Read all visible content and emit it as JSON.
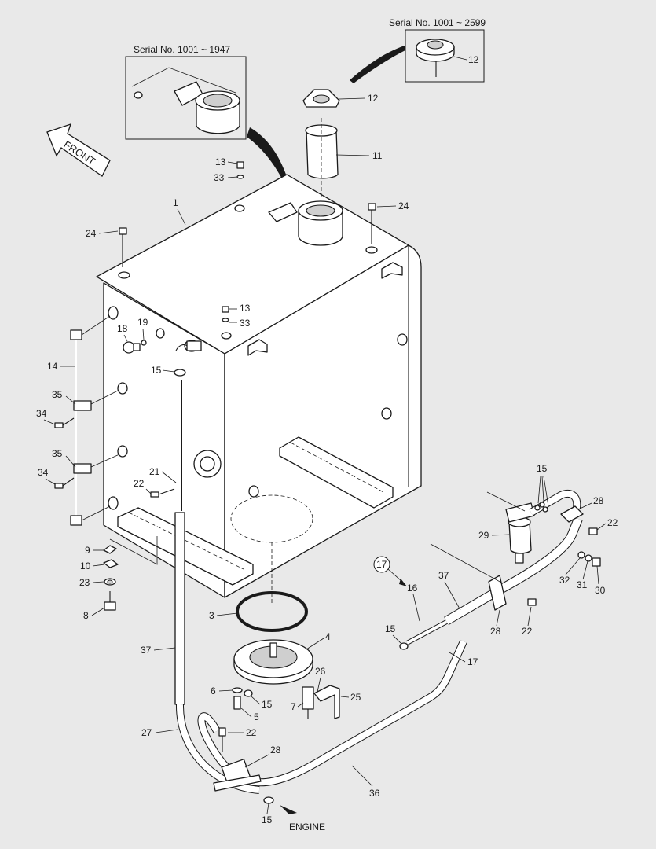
{
  "insets": [
    {
      "id": "inset-left",
      "label": "Serial No. 1001 ~ 1947"
    },
    {
      "id": "inset-right",
      "label": "Serial No. 1001 ~ 2599",
      "part": "12"
    }
  ],
  "direction_label": "FRONT",
  "engine_label": "ENGINE",
  "circled_ref": "17",
  "callouts": {
    "c1": "1",
    "c3": "3",
    "c4": "4",
    "c5": "5",
    "c6": "6",
    "c7": "7",
    "c8": "8",
    "c9": "9",
    "c10": "10",
    "c11": "11",
    "c12": "12",
    "c13a": "13",
    "c13b": "13",
    "c14": "14",
    "c15a": "15",
    "c15b": "15",
    "c15c": "15",
    "c15d": "15",
    "c15e": "15",
    "c16": "16",
    "c17": "17",
    "c18": "18",
    "c19": "19",
    "c21": "21",
    "c22a": "22",
    "c22b": "22",
    "c22c": "22",
    "c22d": "22",
    "c23": "23",
    "c24a": "24",
    "c24b": "24",
    "c25": "25",
    "c26": "26",
    "c27": "27",
    "c28a": "28",
    "c28b": "28",
    "c28c": "28",
    "c29": "29",
    "c30": "30",
    "c31": "31",
    "c32": "32",
    "c33a": "33",
    "c33b": "33",
    "c34a": "34",
    "c34b": "34",
    "c35a": "35",
    "c35b": "35",
    "c36": "36",
    "c37a": "37",
    "c37b": "37"
  }
}
